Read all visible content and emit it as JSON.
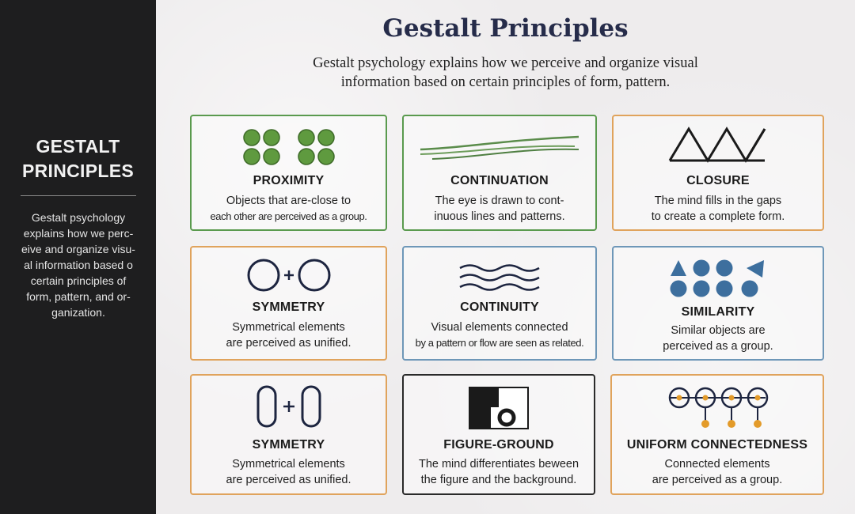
{
  "sidebar": {
    "title_line1": "GESTALT",
    "title_line2": "PRINCIPLES",
    "description_lines": [
      "Gestalt psychology",
      "explains how we perc-",
      "eive and organize visu-",
      "al information based o",
      "certain principles of",
      "form, pattern, and or-",
      "ganization."
    ]
  },
  "header": {
    "title": "Gestalt Principles",
    "subtitle_line1": "Gestalt psychology explains how we perceive and organize visual",
    "subtitle_line2": "information based on certain principles of form, pattern."
  },
  "colors": {
    "green": "#5a9a4e",
    "blue": "#6e97b8",
    "orange": "#e0a35c",
    "black": "#2a2a2a",
    "icon_navy": "#1d2540",
    "dot_green": "#5f9a3f",
    "circle_blue": "#3d6f9e",
    "dot_orange": "#e39b2a"
  },
  "cards": [
    {
      "title": "PROXIMITY",
      "line1": "Objects that are-close to",
      "line2": "each other are perceived as a group.",
      "icon": "proximity-dots-icon",
      "border": "green"
    },
    {
      "title": "CONTINUATION",
      "line1": "The eye is drawn to cont-",
      "line2": "inuous lines and patterns.",
      "icon": "continuation-lines-icon",
      "border": "green"
    },
    {
      "title": "CLOSURE",
      "line1": "The mind fills in the gaps",
      "line2": "to create a complete form.",
      "icon": "closure-triangles-icon",
      "border": "orange"
    },
    {
      "title": "SYMMETRY",
      "line1": "Symmetrical elements",
      "line2": "are perceived as unified.",
      "icon": "symmetry-circles-icon",
      "border": "orange"
    },
    {
      "title": "CONTINUITY",
      "line1": "Visual elements connected",
      "line2": "by a pattern or flow are seen as related.",
      "icon": "continuity-waves-icon",
      "border": "blue"
    },
    {
      "title": "SIMILARITY",
      "line1": "Similar objects are",
      "line2": "perceived as a group.",
      "icon": "similarity-shapes-icon",
      "border": "blue"
    },
    {
      "title": "SYMMETRY",
      "line1": "Symmetrical elements",
      "line2": "are perceived as unified.",
      "icon": "symmetry-ovals-icon",
      "border": "orange"
    },
    {
      "title": "FIGURE-GROUND",
      "line1": "The mind differentiates beween",
      "line2": "the figure and the background.",
      "icon": "figure-ground-icon",
      "border": "black"
    },
    {
      "title": "UNIFORM CONNECTEDNESS",
      "line1": "Connected elements",
      "line2": "are perceived as a group.",
      "icon": "connected-circles-icon",
      "border": "orange"
    }
  ]
}
